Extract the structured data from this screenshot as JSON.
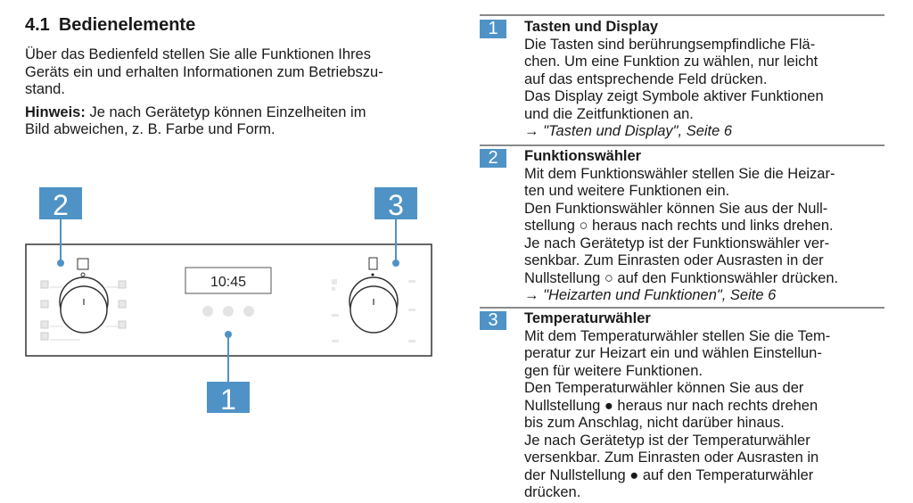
{
  "heading": {
    "number": "4.1",
    "title": "Bedienelemente"
  },
  "intro_lines": [
    "Über das Bedienfeld stellen Sie alle Funktionen Ihres",
    "Geräts ein und erhalten Informationen zum Betriebszu-",
    "stand."
  ],
  "note": {
    "label": "Hinweis:",
    "lines": [
      " Je nach Gerätetyp können Einzelheiten im",
      "Bild abweichen, z. B. Farbe und Form."
    ]
  },
  "diagram": {
    "display_time": "10:45",
    "callouts": [
      "1",
      "2",
      "3"
    ],
    "accent_color": "#4f93c6"
  },
  "sections": [
    {
      "number": "1",
      "title": "Tasten und Display",
      "lines": [
        "Die Tasten sind berührungsempfindliche Flä-",
        "chen. Um eine Funktion zu wählen, nur leicht",
        "auf das entsprechende Feld drücken.",
        "Das Display zeigt Symbole aktiver Funktionen",
        "und die Zeitfunktionen an."
      ],
      "ref": "→ \"Tasten und Display\", Seite 6"
    },
    {
      "number": "2",
      "title": "Funktionswähler",
      "lines": [
        "Mit dem Funktionswähler stellen Sie die Heizar-",
        "ten und weitere Funktionen ein.",
        "Den Funktionswähler können Sie aus der Null-",
        "stellung ○ heraus nach rechts und links drehen.",
        "Je nach Gerätetyp ist der Funktionswähler ver-",
        "senkbar. Zum Einrasten oder Ausrasten in der",
        "Nullstellung ○ auf den Funktionswähler drücken."
      ],
      "ref": "→ \"Heizarten und Funktionen\", Seite 6"
    },
    {
      "number": "3",
      "title": "Temperaturwähler",
      "lines": [
        "Mit dem Temperaturwähler stellen Sie die Tem-",
        "peratur zur Heizart ein und wählen Einstellun-",
        "gen für weitere Funktionen.",
        "Den Temperaturwähler können Sie aus der",
        "Nullstellung ● heraus nur nach rechts drehen",
        "bis zum Anschlag, nicht darüber hinaus.",
        "Je nach Gerätetyp ist der Temperaturwähler",
        "versenkbar. Zum Einrasten oder Ausrasten in",
        "der Nullstellung ● auf den Temperaturwähler",
        "drücken."
      ]
    }
  ]
}
